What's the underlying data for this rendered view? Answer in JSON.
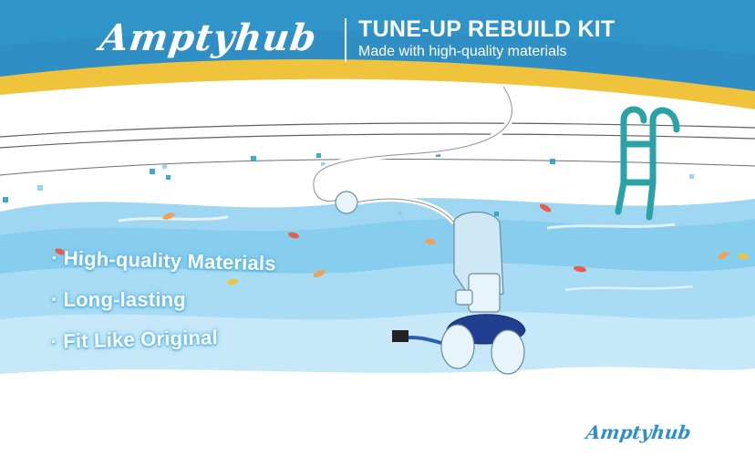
{
  "header": {
    "brand": "Amptyhub",
    "title": "TUNE-UP REBUILD KIT",
    "subtitle": "Made with high-quality materials"
  },
  "features": [
    {
      "label": "High-quality Materials"
    },
    {
      "label": "Long-lasting"
    },
    {
      "label": "Fit Like Original"
    }
  ],
  "footer": {
    "brand": "Amptyhub"
  },
  "colors": {
    "header_blue": "#2f8fc4",
    "accent_yellow": "#f0c33c",
    "pool_water": "#8fd0ef",
    "ladder_teal": "#2aa2a6",
    "cleaner_navy": "#1f3f8e"
  },
  "icons": [
    "pool-ladder-icon",
    "pool-cleaner-icon",
    "leaf-icon"
  ]
}
